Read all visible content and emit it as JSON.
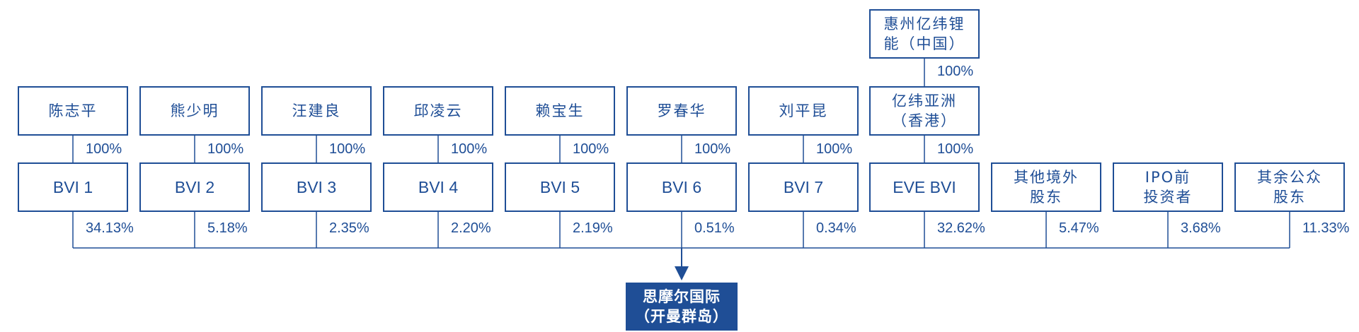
{
  "top_parent": {
    "line1": "惠州亿纬锂",
    "line2": "能（中国）",
    "pct": "100%"
  },
  "individuals": [
    {
      "name": "陈志平",
      "pct": "100%"
    },
    {
      "name": "熊少明",
      "pct": "100%"
    },
    {
      "name": "汪建良",
      "pct": "100%"
    },
    {
      "name": "邱凌云",
      "pct": "100%"
    },
    {
      "name": "赖宝生",
      "pct": "100%"
    },
    {
      "name": "罗春华",
      "pct": "100%"
    },
    {
      "name": "刘平昆",
      "pct": "100%"
    }
  ],
  "asia_holder": {
    "line1": "亿纬亚洲",
    "line2": "（香港）",
    "pct": "100%"
  },
  "shareholders": [
    {
      "line1": "BVI 1",
      "line2": "",
      "pct": "34.13%"
    },
    {
      "line1": "BVI 2",
      "line2": "",
      "pct": "5.18%"
    },
    {
      "line1": "BVI 3",
      "line2": "",
      "pct": "2.35%"
    },
    {
      "line1": "BVI 4",
      "line2": "",
      "pct": "2.20%"
    },
    {
      "line1": "BVI 5",
      "line2": "",
      "pct": "2.19%"
    },
    {
      "line1": "BVI 6",
      "line2": "",
      "pct": "0.51%"
    },
    {
      "line1": "BVI 7",
      "line2": "",
      "pct": "0.34%"
    },
    {
      "line1": "EVE BVI",
      "line2": "",
      "pct": "32.62%"
    },
    {
      "line1": "其他境外",
      "line2": "股东",
      "pct": "5.47%"
    },
    {
      "line1": "IPO前",
      "line2": "投资者",
      "pct": "3.68%"
    },
    {
      "line1": "其余公众",
      "line2": "股东",
      "pct": "11.33%"
    }
  ],
  "target": {
    "line1": "思摩尔国际",
    "line2": "（开曼群岛）"
  },
  "colors": {
    "primary": "#1f4e96",
    "target_text": "#ffffff"
  }
}
